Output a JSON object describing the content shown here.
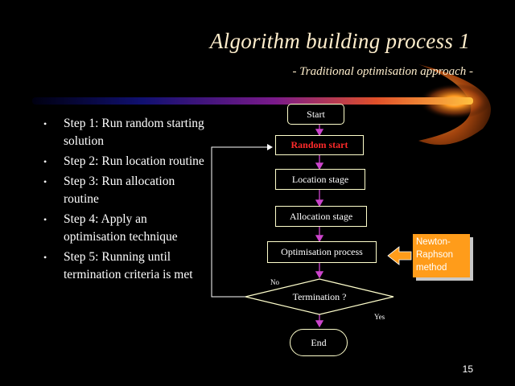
{
  "slide": {
    "title": "Algorithm building process 1",
    "subtitle": "- Traditional optimisation approach -",
    "page_number": "15"
  },
  "steps": [
    "Step 1: Run random starting solution",
    "Step 2: Run location routine",
    "Step 3: Run allocation routine",
    "Step 4: Apply  an optimisation technique",
    "Step 5: Running until termination criteria is met"
  ],
  "bullet_glyph": "•",
  "flowchart": {
    "start": "Start",
    "random_start": "Random start",
    "location": "Location stage",
    "allocation": "Allocation stage",
    "optimisation": "Optimisation process",
    "termination": "Termination ?",
    "end": "End",
    "no_label": "No",
    "yes_label": "Yes"
  },
  "callout": {
    "text": "Newton-Raphson method"
  },
  "colors": {
    "background": "#000000",
    "title": "#ffeecc",
    "box_border": "#ffffcc",
    "arrow": "#cc44cc",
    "random_start_text": "#ff2a2a",
    "callout_fill": "#ff9c1a",
    "callout_arrow": "#ff9c1a"
  }
}
